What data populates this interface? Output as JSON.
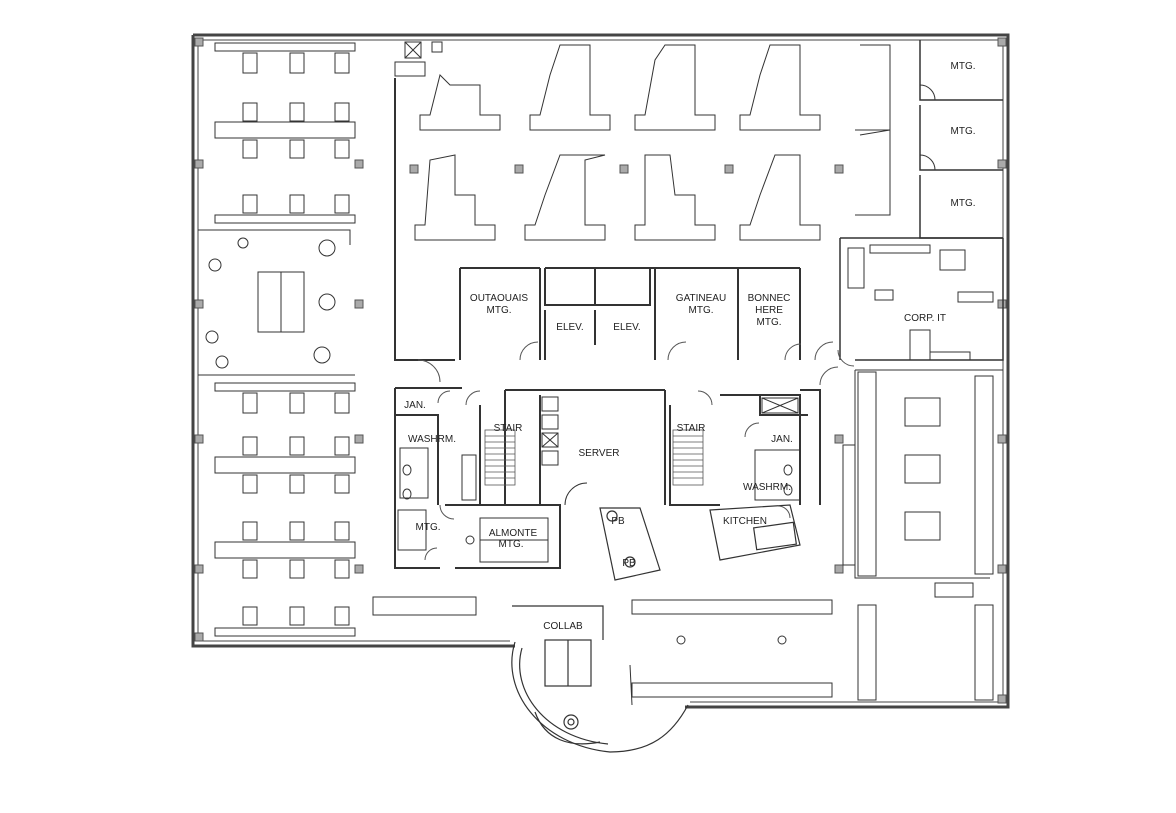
{
  "rooms": {
    "mtg_1": "MTG.",
    "mtg_2": "MTG.",
    "mtg_3": "MTG.",
    "corp_it": "CORP. IT",
    "outaouais_1": "OUTAOUAIS",
    "outaouais_2": "MTG.",
    "elev_1": "ELEV.",
    "elev_2": "ELEV.",
    "gatineau_1": "GATINEAU",
    "gatineau_2": "MTG.",
    "bonnec_1": "BONNEC",
    "bonnec_2": "HERE",
    "bonnec_3": "MTG.",
    "jan_left": "JAN.",
    "jan_right": "JAN.",
    "stair_left": "STAIR",
    "stair_right": "STAIR",
    "washrm_left": "WASHRM.",
    "washrm_right": "WASHRM.",
    "server": "SERVER",
    "mtg_small": "MTG.",
    "almonte_1": "ALMONTE",
    "almonte_2": "MTG.",
    "kitchen": "KITCHEN",
    "pb_1": "PB",
    "pb_2": "PB",
    "collab": "COLLAB"
  }
}
